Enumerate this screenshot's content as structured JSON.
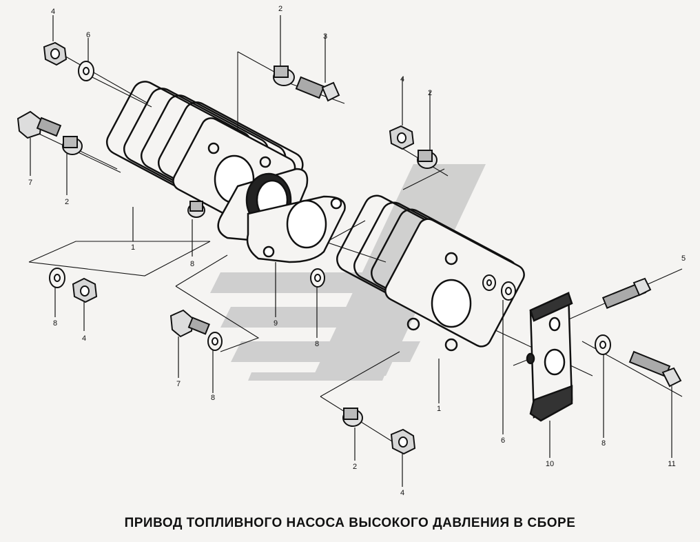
{
  "caption": "ПРИВОД ТОПЛИВНОГО НАСОСА ВЫСОКОГО ДАВЛЕНИЯ В СБОРЕ",
  "watermark_color": "#c9c9c9",
  "ink_color": "#111111",
  "callouts": [
    "4",
    "6",
    "2",
    "3",
    "4",
    "2",
    "7",
    "2",
    "1",
    "8",
    "8",
    "4",
    "9",
    "8",
    "7",
    "8",
    "1",
    "2",
    "4",
    "6",
    "10",
    "8",
    "5",
    "11"
  ]
}
